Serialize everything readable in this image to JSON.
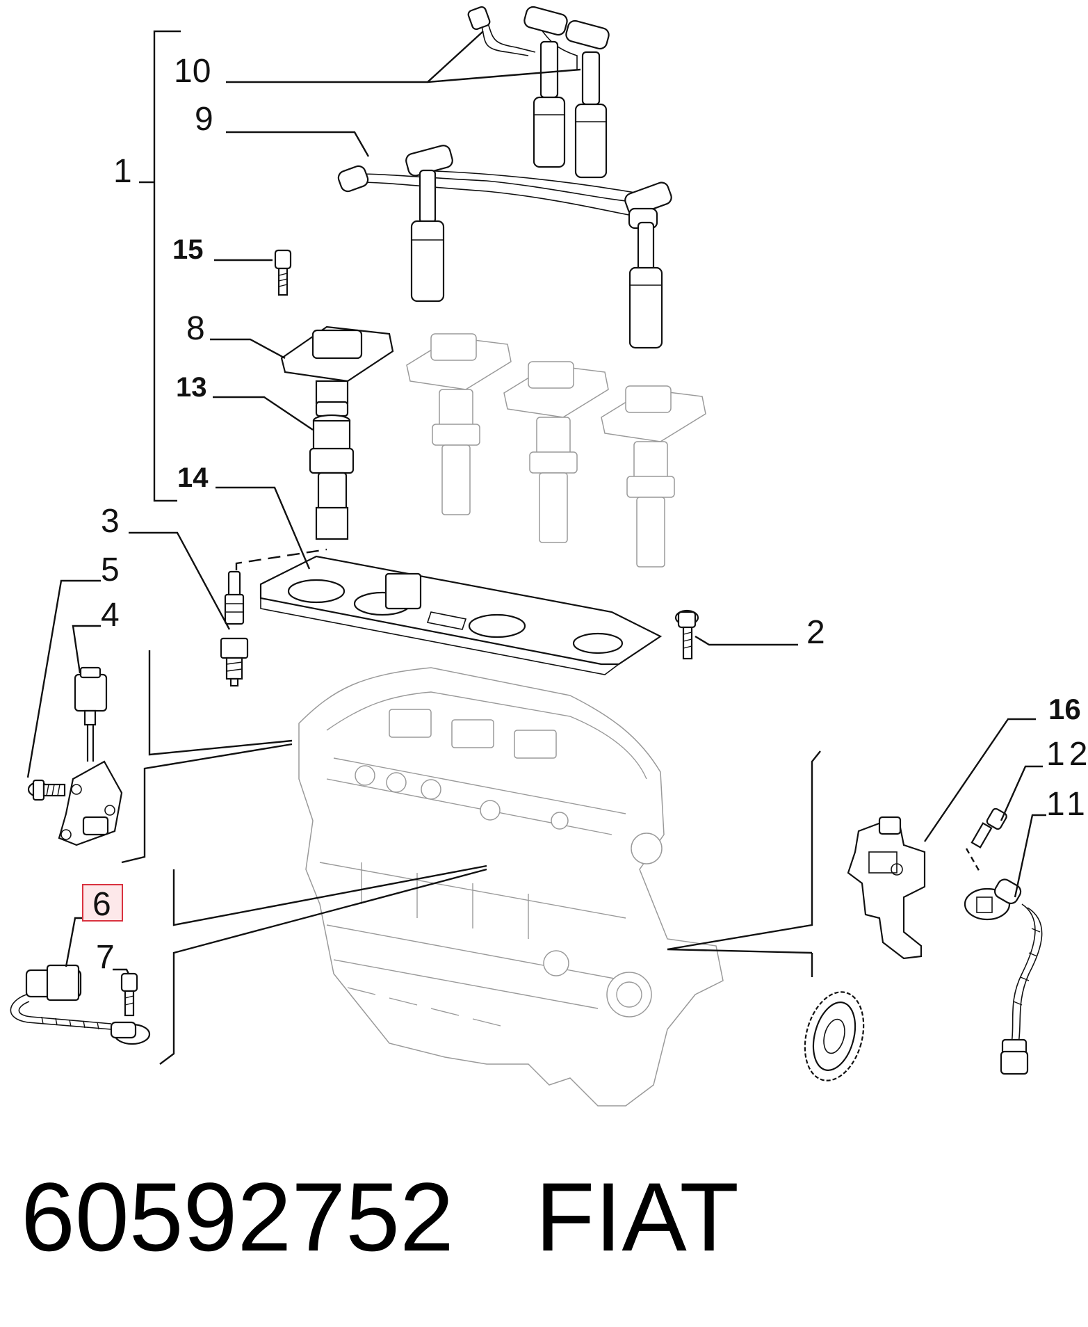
{
  "diagram": {
    "callouts": {
      "c1": "1",
      "c2": "2",
      "c3": "3",
      "c4": "4",
      "c5": "5",
      "c6": "6",
      "c7": "7",
      "c8": "8",
      "c9": "9",
      "c10": "10",
      "c11": "11",
      "c12": "12",
      "c13": "13",
      "c14": "14",
      "c15": "15",
      "c16": "16"
    },
    "highlighted_callout": "6",
    "highlight_color": "#d9323f"
  },
  "footer": {
    "part_number": "60592752",
    "brand": "FIAT"
  }
}
